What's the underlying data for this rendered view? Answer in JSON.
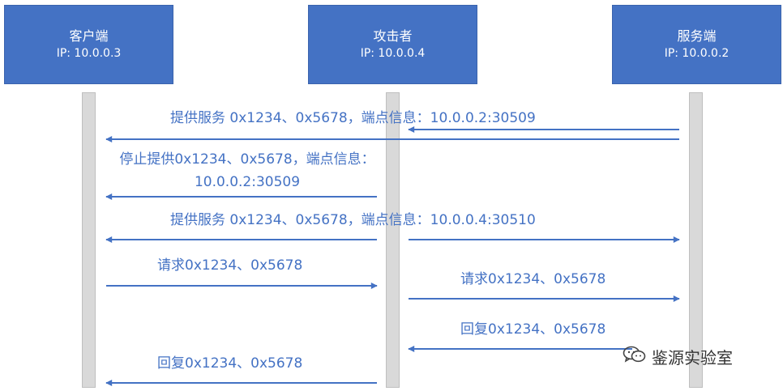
{
  "actors": {
    "client": {
      "name": "客户端",
      "ip": "IP: 10.0.0.3"
    },
    "attacker": {
      "name": "攻击者",
      "ip": "IP: 10.0.0.4"
    },
    "server": {
      "name": "服务端",
      "ip": "IP: 10.0.0.2"
    }
  },
  "messages": {
    "m1": "提供服务 0x1234、0x5678，端点信息：10.0.0.2:30509",
    "m2": "停止提供0x1234、0x5678，端点信息：10.0.0.2:30509",
    "m3": "提供服务 0x1234、0x5678，端点信息：10.0.0.4:30510",
    "m4": "请求0x1234、0x5678",
    "m5": "请求0x1234、0x5678",
    "m6": "回复0x1234、0x5678",
    "m7": "回复0x1234、0x5678"
  },
  "watermark": {
    "text": "鉴源实验室",
    "icon": "wechat-icon"
  },
  "colors": {
    "actor_fill": "#4472c4",
    "lifeline": "#d9d9d9",
    "arrow": "#4472c4"
  }
}
